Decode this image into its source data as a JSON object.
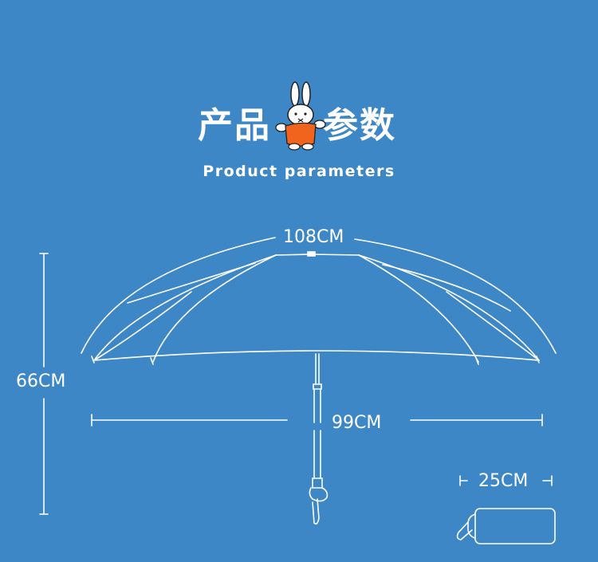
{
  "header": {
    "title_part1": "产品",
    "title_part2": "参数",
    "subtitle": "Product parameters"
  },
  "dimensions": {
    "arc_length": "108CM",
    "height": "66CM",
    "diameter": "99CM",
    "folded_length": "25CM"
  },
  "colors": {
    "background": "#3d87c6",
    "line": "#ffffff",
    "mascot_shirt": "#f0641e"
  },
  "icons": {
    "mascot": "rabbit-mascot-icon"
  }
}
